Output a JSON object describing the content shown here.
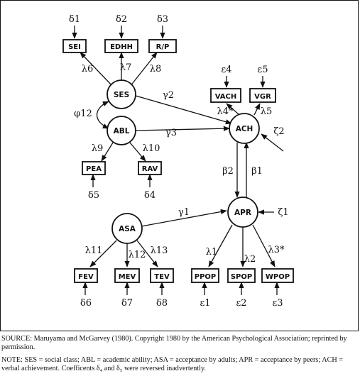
{
  "diagram": {
    "observed": {
      "sei": "SEI",
      "edhh": "EDHH",
      "rp": "R/P",
      "vach": "VACH",
      "vgr": "VGR",
      "pea": "PEA",
      "rav": "RAV",
      "fev": "FEV",
      "mev": "MEV",
      "tev": "TEV",
      "ppop": "PPOP",
      "spop": "SPOP",
      "wpop": "WPOP"
    },
    "latent": {
      "ses": "SES",
      "abl": "ABL",
      "ach": "ACH",
      "apr": "APR",
      "asa": "ASA"
    },
    "errors": {
      "d1": "δ1",
      "d2": "δ2",
      "d3": "δ3",
      "d4": "δ4",
      "d5": "δ5",
      "d6": "δ6",
      "d7": "δ7",
      "d8": "δ8",
      "e1": "ε1",
      "e2": "ε2",
      "e3": "ε3",
      "e4": "ε4",
      "e5": "ε5",
      "z1": "ζ1",
      "z2": "ζ2"
    },
    "paths": {
      "l1": "λ1",
      "l2": "λ2",
      "l3": "λ3*",
      "l4": "λ4*",
      "l5": "λ5",
      "l6": "λ6",
      "l7": "λ7",
      "l8": "λ8",
      "l9": "λ9",
      "l10": "λ10",
      "l11": "λ11",
      "l12": "λ12",
      "l13": "λ13",
      "g1": "γ1",
      "g2": "γ2",
      "g3": "γ3",
      "b1": "β1",
      "b2": "β2",
      "phi12": "φ12"
    }
  },
  "caption": {
    "source": "SOURCE: Maruyama and McGarvey (1980). Copyright 1980 by the American Psychological Association; reprinted by permission.",
    "note": "NOTE: SES = social class; ABL = academic ability; ASA = acceptance by adults; APR = acceptance by peers; ACH = verbal achievement. Coefficents δ₄ and δ₅ were reversed inadvertently."
  }
}
